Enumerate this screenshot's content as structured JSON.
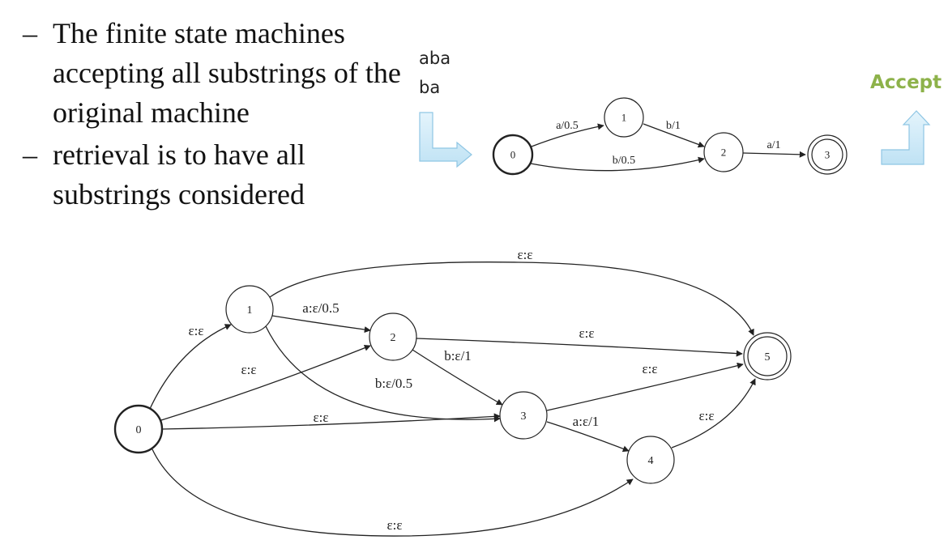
{
  "bullets": [
    {
      "dash": "–",
      "text": "The finite state machines accepting all substrings of the original machine"
    },
    {
      "dash": "–",
      "text": "retrieval is to have all substrings considered"
    }
  ],
  "input_strings": [
    "aba",
    "ba"
  ],
  "accept_label": "Accept",
  "colors": {
    "accept": "#8db24a",
    "arrow_fill": "#cde9f7",
    "arrow_stroke": "#8fc6e4"
  },
  "small_fsm": {
    "states": [
      {
        "id": "0",
        "label": "0",
        "start": true,
        "final": false
      },
      {
        "id": "1",
        "label": "1",
        "start": false,
        "final": false
      },
      {
        "id": "2",
        "label": "2",
        "start": false,
        "final": false
      },
      {
        "id": "3",
        "label": "3",
        "start": false,
        "final": true
      }
    ],
    "transitions": [
      {
        "from": "0",
        "to": "1",
        "label": "a/0.5"
      },
      {
        "from": "0",
        "to": "2",
        "label": "b/0.5"
      },
      {
        "from": "1",
        "to": "2",
        "label": "b/1"
      },
      {
        "from": "2",
        "to": "3",
        "label": "a/1"
      }
    ]
  },
  "large_fsm": {
    "states": [
      {
        "id": "0",
        "label": "0",
        "start": true,
        "final": false
      },
      {
        "id": "1",
        "label": "1",
        "start": false,
        "final": false
      },
      {
        "id": "2",
        "label": "2",
        "start": false,
        "final": false
      },
      {
        "id": "3",
        "label": "3",
        "start": false,
        "final": false
      },
      {
        "id": "4",
        "label": "4",
        "start": false,
        "final": false
      },
      {
        "id": "5",
        "label": "5",
        "start": false,
        "final": true
      }
    ],
    "transitions": [
      {
        "from": "0",
        "to": "1",
        "label": "ε:ε"
      },
      {
        "from": "0",
        "to": "2",
        "label": "ε:ε"
      },
      {
        "from": "0",
        "to": "3",
        "label": "ε:ε"
      },
      {
        "from": "0",
        "to": "4",
        "label": "ε:ε"
      },
      {
        "from": "1",
        "to": "2",
        "label": "a:ε/0.5"
      },
      {
        "from": "1",
        "to": "3",
        "label": "b:ε/0.5"
      },
      {
        "from": "1",
        "to": "5",
        "label": "ε:ε"
      },
      {
        "from": "2",
        "to": "3",
        "label": "b:ε/1"
      },
      {
        "from": "2",
        "to": "5",
        "label": "ε:ε"
      },
      {
        "from": "3",
        "to": "4",
        "label": "a:ε/1"
      },
      {
        "from": "3",
        "to": "5",
        "label": "ε:ε"
      },
      {
        "from": "4",
        "to": "5",
        "label": "ε:ε"
      }
    ]
  }
}
